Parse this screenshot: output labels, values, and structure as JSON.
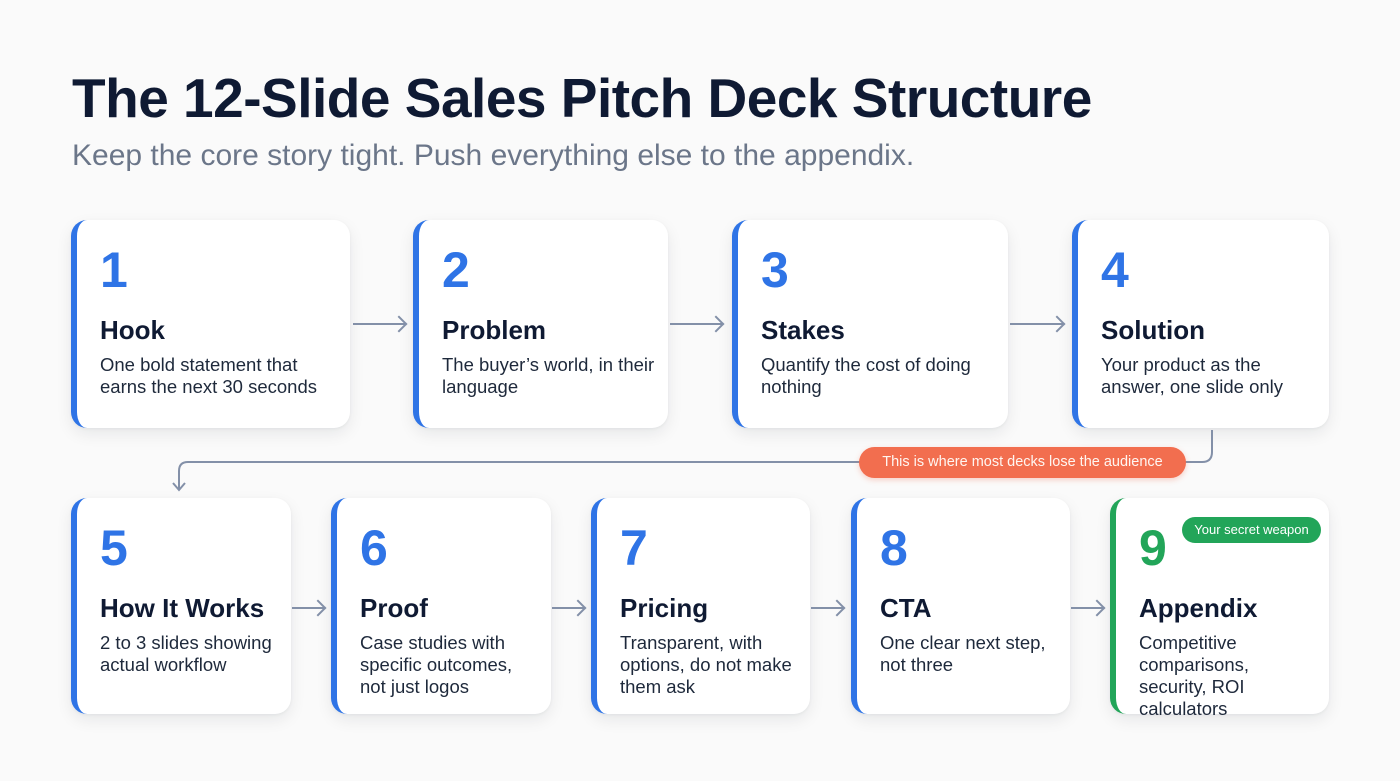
{
  "header": {
    "title": "The 12-Slide Sales Pitch Deck Structure",
    "subtitle": "Keep the core story tight. Push everything else to the appendix."
  },
  "colors": {
    "accent_blue": "#2f74e6",
    "accent_green": "#22a559",
    "callout_orange": "#f26e4f",
    "title_navy": "#0f1a33",
    "subtitle_gray": "#6b7689",
    "connector_gray": "#8390a8"
  },
  "steps": [
    {
      "number": "1",
      "name": "Hook",
      "description": "One bold statement that earns the next 30 seconds"
    },
    {
      "number": "2",
      "name": "Problem",
      "description": "The buyer’s world, in their language"
    },
    {
      "number": "3",
      "name": "Stakes",
      "description": "Quantify the cost of doing nothing"
    },
    {
      "number": "4",
      "name": "Solution",
      "description": "Your product as the answer, one slide only"
    },
    {
      "number": "5",
      "name": "How It Works",
      "description": "2 to 3 slides showing actual workflow"
    },
    {
      "number": "6",
      "name": "Proof",
      "description": "Case studies with specific outcomes, not just logos"
    },
    {
      "number": "7",
      "name": "Pricing",
      "description": "Transparent, with options, do not make them ask"
    },
    {
      "number": "8",
      "name": "CTA",
      "description": "One clear next step, not three"
    },
    {
      "number": "9",
      "name": "Appendix",
      "description": "Competitive comparisons, security, ROI calculators"
    }
  ],
  "annotations": {
    "callout": "This is where most decks lose the audience",
    "appendix_badge": "Your secret weapon"
  }
}
